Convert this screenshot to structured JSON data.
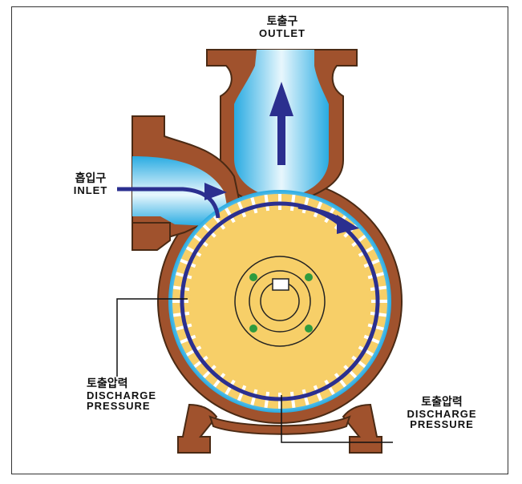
{
  "labels": {
    "outlet": {
      "ko": "토출구",
      "en": "OUTLET"
    },
    "inlet": {
      "ko": "흡입구",
      "en": "INLET"
    },
    "discharge_left": {
      "ko": "토출압력",
      "en1": "DISCHARGE",
      "en2": "PRESSURE"
    },
    "discharge_right": {
      "ko": "토출압력",
      "en1": "DISCHARGE",
      "en2": "PRESSURE"
    }
  },
  "colors": {
    "casing": "#a0522d",
    "casing_outline": "#4a2a14",
    "fluid_blue": "#29abe2",
    "impeller": "#f7cf68",
    "arrow": "#2b2f8f"
  }
}
